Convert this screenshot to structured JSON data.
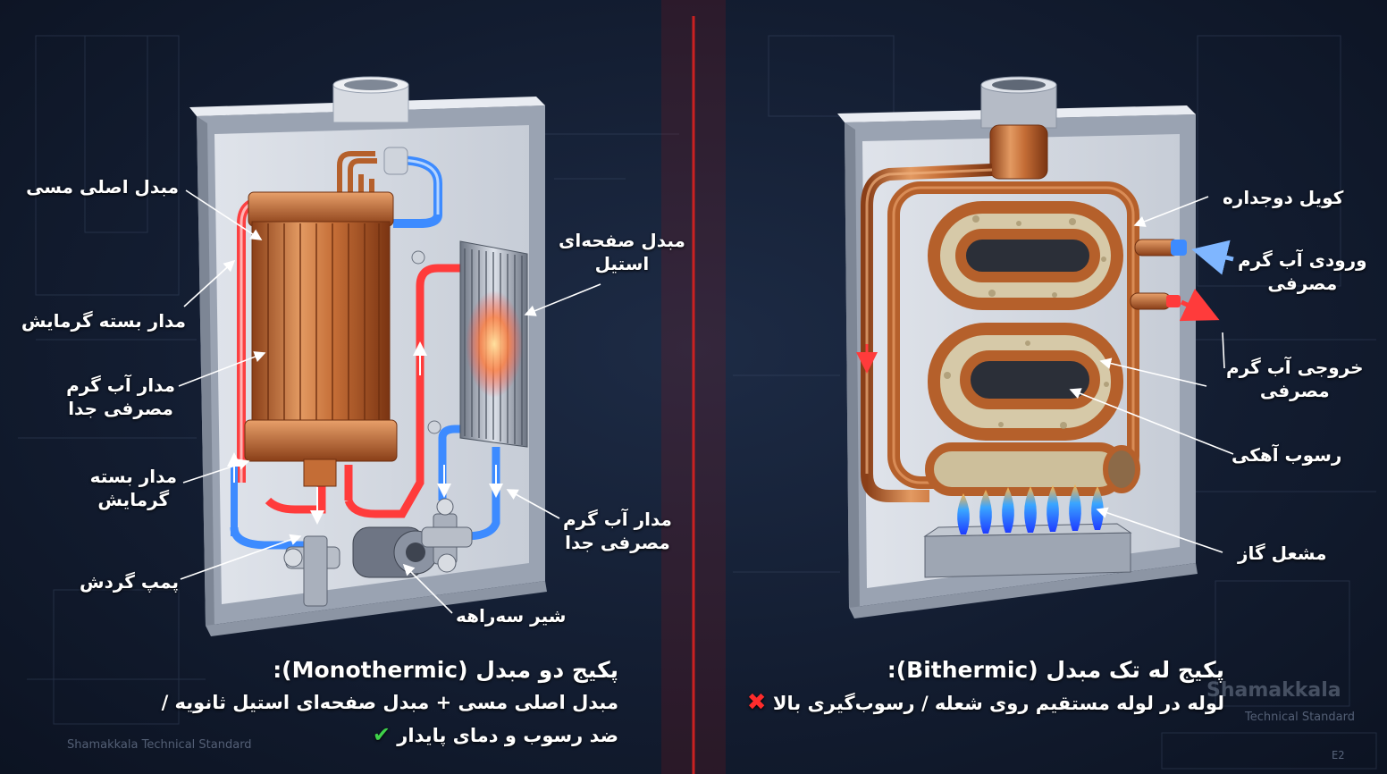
{
  "left_panel": {
    "labels": {
      "main_copper_exchanger": "مبدل اصلی مسی",
      "closed_heating_circuit_1": "مدار بسته گرمایش",
      "separate_dhw_circuit_1": "مدار آب گرم\nمصرفی جدا",
      "closed_heating_circuit_2": "مدار بسته\nگرمایش",
      "circulation_pump": "پمپ گردش",
      "three_way_valve": "شیر سه‌راهه",
      "steel_plate_exchanger": "مبدل صفحه‌ای\nاستیل",
      "separate_dhw_circuit_2": "مدار آب گرم\nمصرفی جدا"
    },
    "caption": {
      "title": "پکیج دو مبدل (Monothermic):",
      "line1": "مبدل اصلی مسی + مبدل صفحه‌ای استیل ثانویه /",
      "line2": "ضد رسوب و دمای پایدار",
      "status_icon": "check-icon"
    }
  },
  "right_panel": {
    "labels": {
      "double_wall_coil": "کویل دوجداره",
      "dhw_inlet": "ورودی آب گرم\nمصرفی",
      "dhw_outlet": "خروجی آب گرم\nمصرفی",
      "limescale": "رسوب آهکی",
      "gas_burner": "مشعل گاز"
    },
    "caption": {
      "title": "پکیج له تک مبدل (Bithermic):",
      "line1": "لوله در لوله مستقیم روی شعله / رسوب‌گیری بالا",
      "status_icon": "cross-icon"
    }
  },
  "watermarks": {
    "left": "Shamakkala Technical Standard",
    "right_brand": "Shamakkala",
    "right_sub": "Technical Standard",
    "sheet": "E2"
  },
  "colors": {
    "divider": "#d42424",
    "hot_pipe": "#ff3b3b",
    "cold_pipe": "#3d8bff",
    "copper": "#c8713c",
    "flame": "#3a7bff"
  }
}
